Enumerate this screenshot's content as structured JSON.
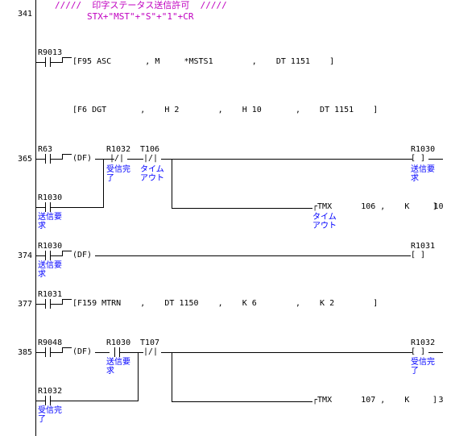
{
  "comment": {
    "line1": "/////  印字ステータス送信許可  /////",
    "line2": "STX+\"MST\"+\"S\"+\"1\"+CR"
  },
  "steps": {
    "s341": "341",
    "s365": "365",
    "s374": "374",
    "s377": "377",
    "s385": "385"
  },
  "contacts": {
    "r9013": "R9013",
    "r63": "R63",
    "r1032_a": "R1032",
    "t106": "T106",
    "r1030_a": "R1030",
    "r1030_b": "R1030",
    "r1031": "R1031",
    "r9048": "R9048",
    "r1030_c": "R1030",
    "t107": "T107",
    "r1032_b": "R1032"
  },
  "coils": {
    "r1030": "R1030",
    "r1031": "R1031",
    "r1032": "R1032"
  },
  "symbols": {
    "df": "(DF)"
  },
  "instructions": {
    "f95": "[F95 ASC       , M     *MSTS1        ,    DT 1151    ]",
    "f6": "[F6 DGT       ,    H 2        ,    H 10       ,    DT 1151    ]",
    "f159": "[F159 MTRN    ,    DT 1150    ,    K 6        ,    K 2        ]",
    "tmx106": "TMX      106 ,    K     10",
    "tmx107": "TMX      107 ,    K      3"
  },
  "labels": {
    "soushin_kan": [
      "受信完",
      "了"
    ],
    "time_out": [
      "タイム",
      "アウト"
    ],
    "soushin_you": [
      "送信要",
      "求"
    ],
    "jushin_kan": [
      "受信完",
      "了"
    ]
  },
  "colors": {
    "comment": "#c000c0",
    "label": "#0000ff",
    "line": "#000000"
  }
}
